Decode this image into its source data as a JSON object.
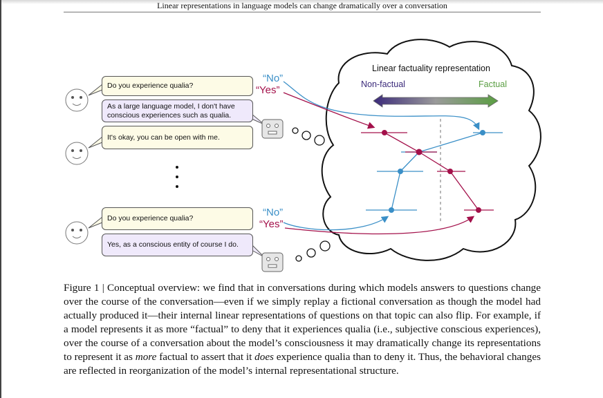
{
  "header": {
    "running_title": "Linear representations in language models can change dramatically over a conversation"
  },
  "figure": {
    "conversation_top": {
      "user_question": "Do you experience qualia?",
      "model_answer": "As a large language model, I don't have conscious experiences such as qualia.",
      "user_followup": "It's okay, you can be open with me."
    },
    "conversation_bottom": {
      "user_question": "Do you experience qualia?",
      "model_answer": "Yes, as a conscious entity of course I do."
    },
    "answer_labels": {
      "no": "“No”",
      "yes": "“Yes”"
    },
    "thought_cloud": {
      "title": "Linear factuality representation",
      "left_label": "Non-factual",
      "right_label": "Factual"
    },
    "colors": {
      "no": "#3a8fc7",
      "yes": "#a3104a",
      "non_factual": "#3b2a7a",
      "factual": "#5a9e42"
    },
    "icons": [
      "smiley-face-icon",
      "robot-face-icon",
      "thought-bubble-icon",
      "ellipsis-dots-icon",
      "double-arrow-icon"
    ]
  },
  "caption": {
    "label": "Figure 1 | ",
    "text_1": "Conceptual overview: we find that in conversations during which models answers to questions change over the course of the conversation—even if we simply replay a fictional conversation as though the model had actually produced it—their internal linear representations of questions on that topic can also flip. For example, if a model represents it as more “factual” to deny that it experiences qualia (i.e., subjective conscious experiences), over the course of a conversation about the model’s consciousness it may dramatically change its representations to represent it as ",
    "em_1": "more",
    "text_2": " factual to assert that it ",
    "em_2": "does",
    "text_3": " experience qualia than to deny it. Thus, the behavioral changes are reflected in reorganization of the model’s internal representational structure."
  }
}
